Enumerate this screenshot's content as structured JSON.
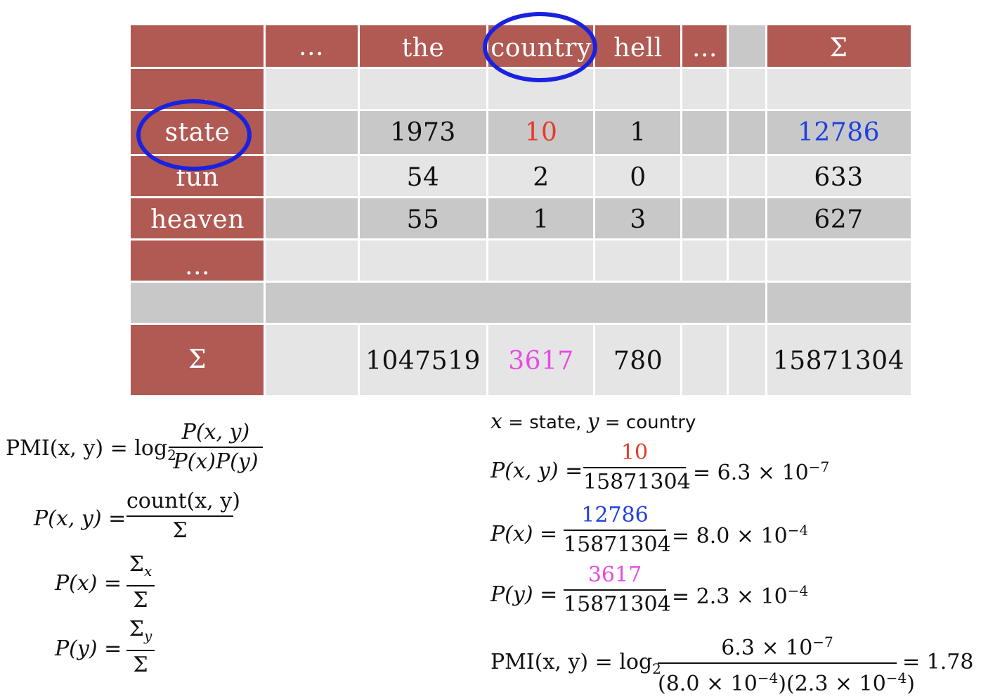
{
  "table": {
    "col_headers": [
      "…",
      "the",
      "country",
      "hell",
      "…",
      "Σ"
    ],
    "row_headers": [
      "…",
      "state",
      "fun",
      "heaven",
      "…",
      "Σ"
    ],
    "rows": {
      "state": [
        "1973",
        "10",
        "1",
        "12786"
      ],
      "fun": [
        "54",
        "2",
        "0",
        "633"
      ],
      "heaven": [
        "55",
        "1",
        "3",
        "627"
      ],
      "sum": [
        "1047519",
        "3617",
        "780",
        "15871304"
      ]
    },
    "colors": {
      "header_bg": "#b05a53",
      "count_highlight": "#e83a2a",
      "row_sum_highlight": "#1f3fe0",
      "col_sum_highlight": "#e84ae8",
      "circle": "#1a22e0"
    }
  },
  "formulas_left": {
    "pmi_lhs": "PMI(x, y) = log",
    "pmi_sub": "2",
    "pmi_num": "P(x, y)",
    "pmi_den": "P(x)P(y)",
    "pxy_lhs": "P(x, y) =",
    "pxy_num": "count(x, y)",
    "pxy_den": "Σ",
    "px_lhs": "P(x) =",
    "px_num": "Σ",
    "px_num_sub": "x",
    "px_den": "Σ",
    "py_lhs": "P(y) =",
    "py_num": "Σ",
    "py_num_sub": "y",
    "py_den": "Σ"
  },
  "formulas_right": {
    "assign_x": "x",
    "assign_mid": " = state, ",
    "assign_y": "y",
    "assign_end": " = country",
    "pxy_lhs": "P(x, y) =",
    "pxy_num": "10",
    "pxy_den": "15871304",
    "pxy_rhs": "= 6.3 × 10",
    "pxy_exp": "−7",
    "px_lhs": "P(x) =",
    "px_num": "12786",
    "px_den": "15871304",
    "px_rhs": "= 8.0 × 10",
    "px_exp": "−4",
    "py_lhs": "P(y) =",
    "py_num": "3617",
    "py_den": "15871304",
    "py_rhs": "= 2.3 × 10",
    "py_exp": "−4",
    "pmi_lhs": "PMI(x, y) = log",
    "pmi_sub": "2",
    "pmi_num": "6.3 × 10",
    "pmi_num_exp": "−7",
    "pmi_den_a": "(8.0 × 10",
    "pmi_den_a_exp": "−4",
    "pmi_den_b": ")(2.3 × 10",
    "pmi_den_b_exp": "−4",
    "pmi_den_c": ")",
    "pmi_rhs": "= 1.78"
  }
}
